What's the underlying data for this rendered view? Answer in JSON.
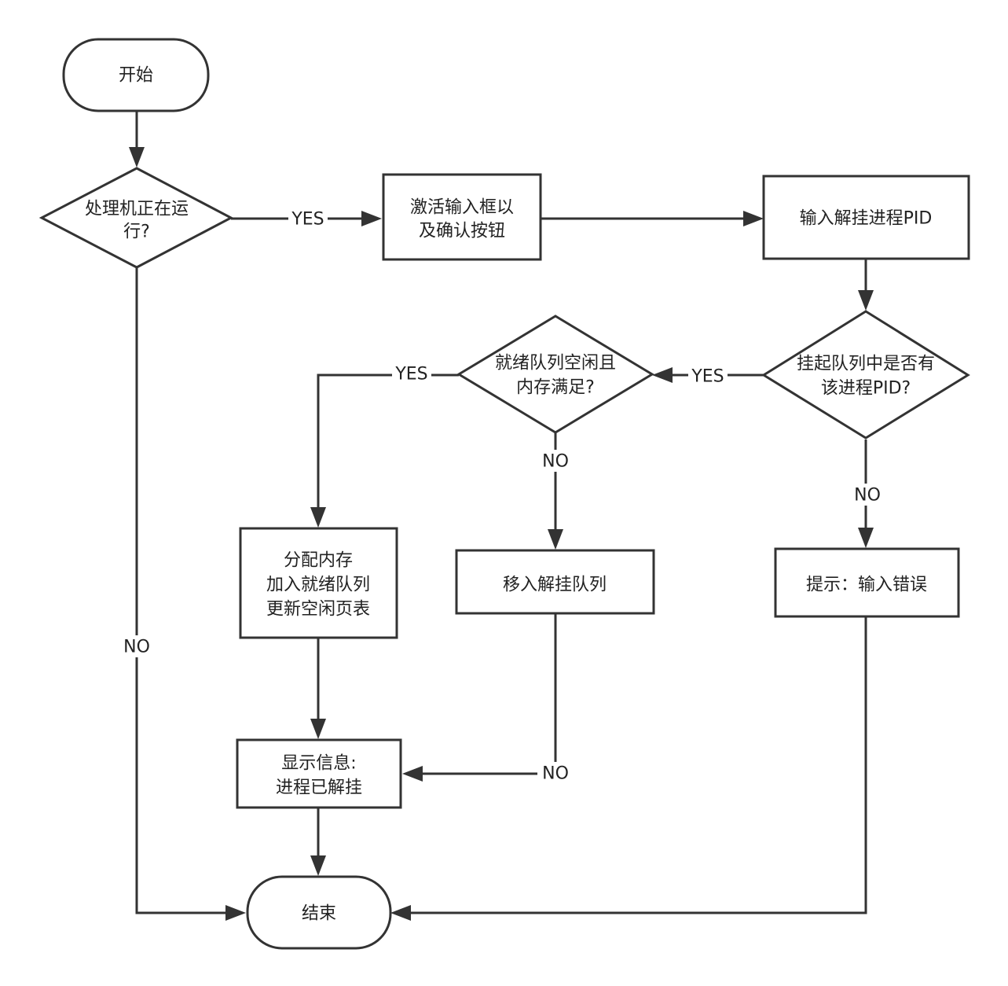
{
  "nodes": {
    "start": {
      "lines": [
        "开始"
      ]
    },
    "decide_running": {
      "lines": [
        "处理机正在运",
        "行?"
      ]
    },
    "activate_input": {
      "lines": [
        "激活输入框以",
        "及确认按钮"
      ]
    },
    "enter_pid": {
      "lines": [
        "输入解挂进程PID"
      ]
    },
    "decide_suspend_queue": {
      "lines": [
        "挂起队列中是否有",
        "该进程PID?"
      ]
    },
    "decide_ready_idle": {
      "lines": [
        "就绪队列空闲且",
        "内存满足?"
      ]
    },
    "allocate": {
      "lines": [
        "分配内存",
        "加入就绪队列",
        "更新空闲页表"
      ]
    },
    "move_unsuspend": {
      "lines": [
        "移入解挂队列"
      ]
    },
    "prompt_error": {
      "lines": [
        "提示：输入错误"
      ]
    },
    "show_info": {
      "lines": [
        "显示信息:",
        "进程已解挂"
      ]
    },
    "end": {
      "lines": [
        "结束"
      ]
    }
  },
  "edge_labels": {
    "running_yes": "YES",
    "running_no": "NO",
    "suspend_yes": "YES",
    "suspend_no": "NO",
    "ready_yes": "YES",
    "ready_no": "NO",
    "move_no": "NO"
  }
}
